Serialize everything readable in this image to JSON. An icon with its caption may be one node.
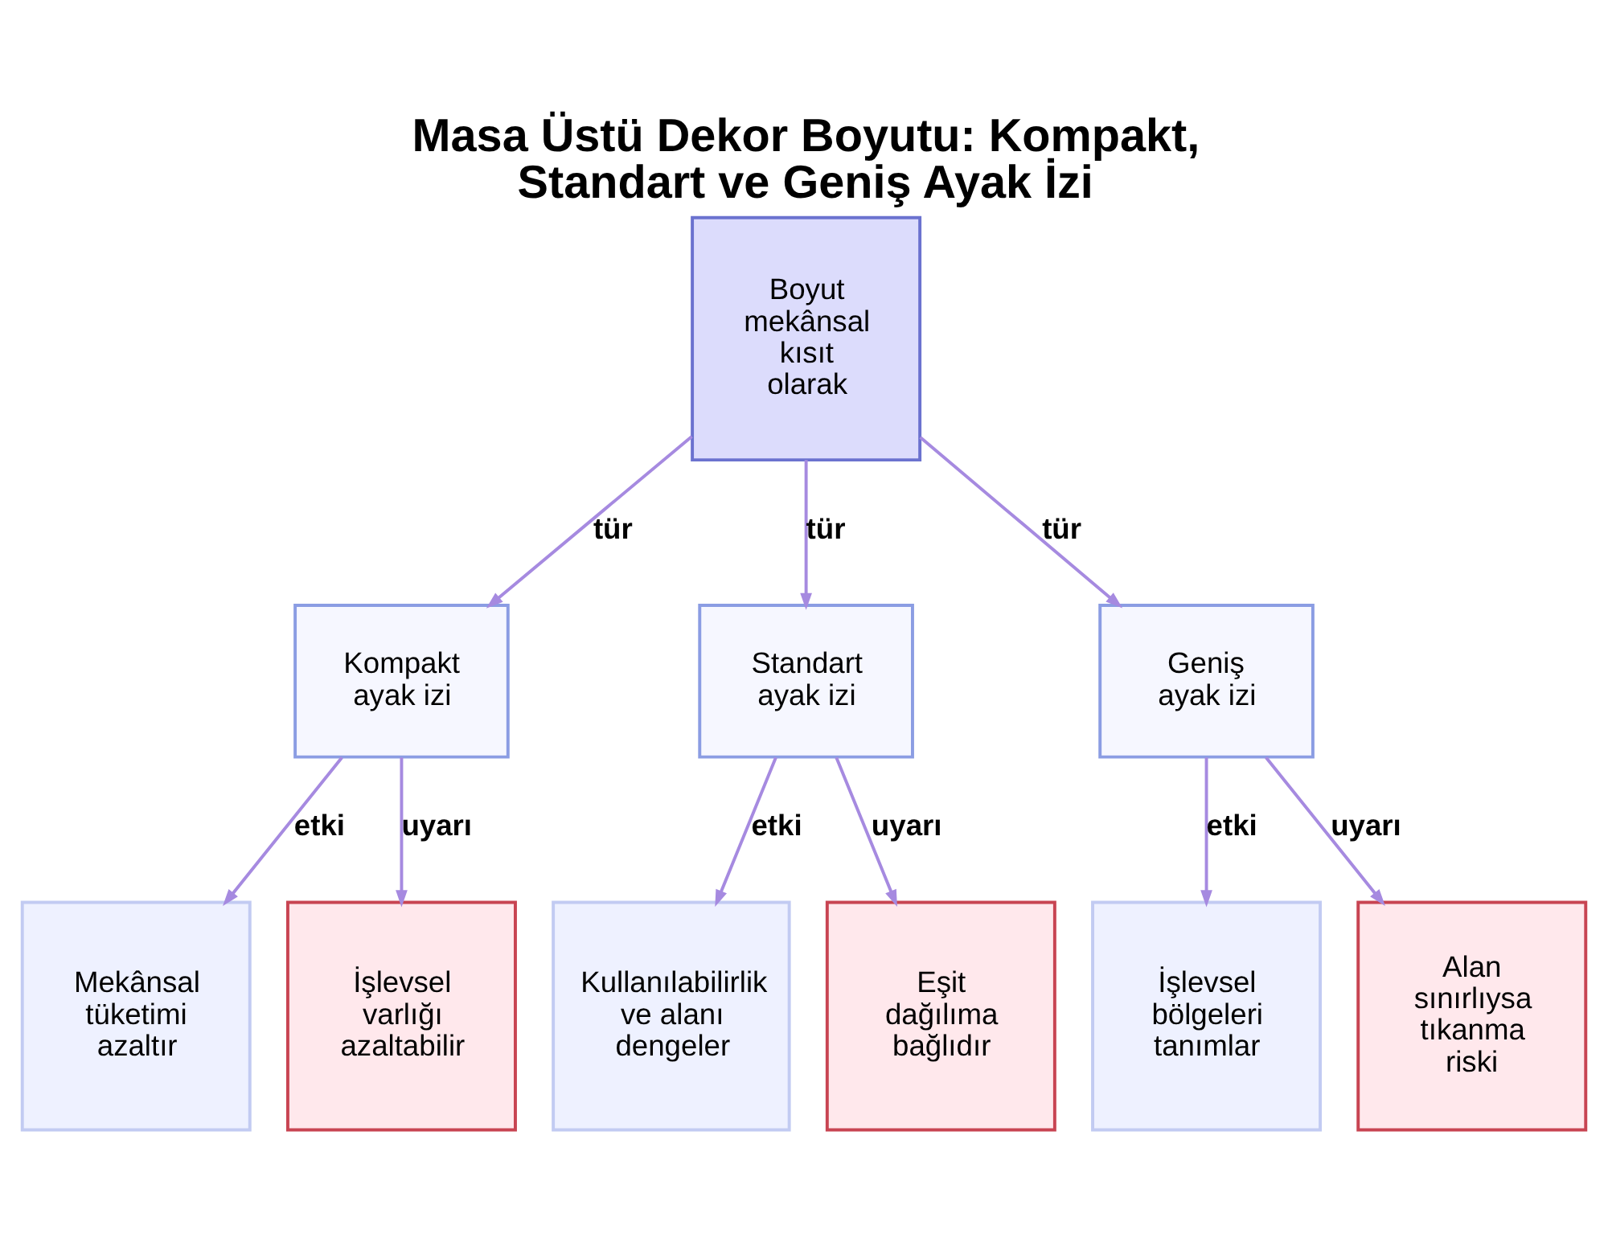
{
  "diagram": {
    "title": "Masa Üstü Dekor Boyutu: Kompakt, Standart ve Geniş Ayak İzi",
    "nodes": [
      {
        "text": [
          "Boyut mekânsal kısıt olarak"
        ]
      },
      {
        "text": [
          "Kompakt ayak izi"
        ]
      },
      {
        "text": [
          "Standart ayak izi"
        ]
      },
      {
        "text": [
          "Geniş ayak izi"
        ]
      },
      {
        "text": [
          "Mekânsal tüketimi azaltır"
        ]
      },
      {
        "text": [
          "İşlevsel varlığı azaltabilir"
        ]
      },
      {
        "text": [
          "Kullanılabilirlik ve alanı dengeler"
        ]
      },
      {
        "text": [
          "Eşit dağılıma bağlıdır"
        ]
      },
      {
        "text": [
          "İşlevsel bölgeleri tanımlar"
        ]
      },
      {
        "text": [
          "Alan sınırlıysa tıkanma riski"
        ]
      }
    ],
    "edges": [
      {
        "from": 0,
        "to": 1,
        "arrow": "to",
        "label": "tür"
      },
      {
        "from": 0,
        "to": 2,
        "arrow": "to",
        "label": "tür"
      },
      {
        "from": 0,
        "to": 3,
        "arrow": "to",
        "label": "tür"
      },
      {
        "from": 1,
        "to": 4,
        "arrow": "to",
        "label": "etki"
      },
      {
        "from": 1,
        "to": 5,
        "arrow": "to",
        "label": "uyarı"
      },
      {
        "from": 2,
        "to": 6,
        "arrow": "to",
        "label": "etki"
      },
      {
        "from": 2,
        "to": 7,
        "arrow": "to",
        "label": "uyarı"
      },
      {
        "from": 3,
        "to": 8,
        "arrow": "to",
        "label": "etki"
      },
      {
        "from": 3,
        "to": 9,
        "arrow": "to",
        "label": "uyarı"
      }
    ]
  }
}
